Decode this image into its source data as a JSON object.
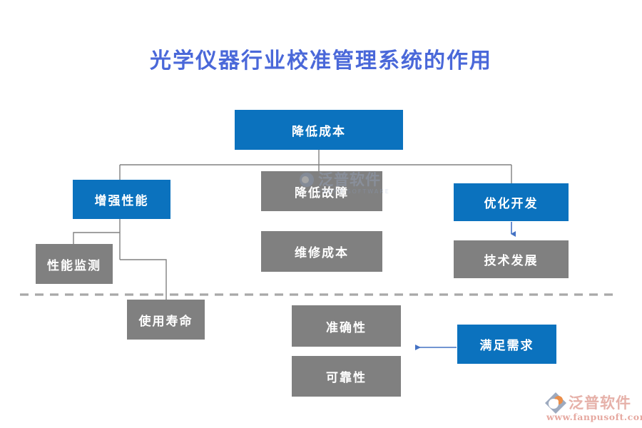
{
  "title": {
    "text": "光学仪器行业校准管理系统的作用"
  },
  "colors": {
    "title_blue": "#4A68D9",
    "node_blue": "#0B72BE",
    "node_gray": "#808080",
    "node_text": "#FFFFFF",
    "connector_gray": "#808080",
    "arrow_blue": "#4472C4",
    "dashed_divider_gray": "#A8A8A8",
    "footer_text_pink": "#E2A49B",
    "logo_diamond_blue": "#8C9CB5",
    "logo_crescent_orange": "#E87B2A"
  },
  "diagram": {
    "nodes": {
      "reduce_cost": {
        "label": "降低成本",
        "style": "blue"
      },
      "enhance_performance": {
        "label": "增强性能",
        "style": "blue"
      },
      "reduce_failure": {
        "label": "降低故障",
        "style": "gray"
      },
      "optimize_development": {
        "label": "优化开发",
        "style": "blue"
      },
      "performance_monitoring": {
        "label": "性能监测",
        "style": "gray"
      },
      "maintenance_cost": {
        "label": "维修成本",
        "style": "gray"
      },
      "technology_development": {
        "label": "技术发展",
        "style": "gray"
      },
      "service_life": {
        "label": "使用寿命",
        "style": "gray"
      },
      "accuracy": {
        "label": "准确性",
        "style": "gray"
      },
      "reliability": {
        "label": "可靠性",
        "style": "gray"
      },
      "meet_demand": {
        "label": "满足需求",
        "style": "blue"
      }
    }
  },
  "watermark": {
    "brand": "泛普软件",
    "brand_sub": "FANPU SOFTWARE"
  },
  "footer": {
    "brand": "泛普软件",
    "url": "www.fanpusoft.com"
  }
}
